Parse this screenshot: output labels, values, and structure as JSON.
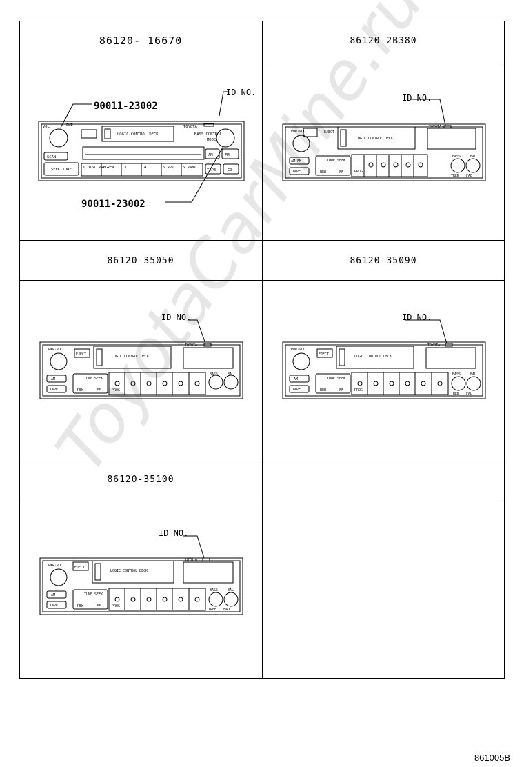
{
  "watermark": "ToyotaCarMine.ru",
  "footer_code": "861005B",
  "cells": [
    {
      "part_number": "86120- 16670"
    },
    {
      "part_number": "86120-2B380"
    },
    {
      "part_number": "86120-35050"
    },
    {
      "part_number": "86120-35090"
    },
    {
      "part_number": "86120-35100"
    }
  ],
  "callouts": {
    "knob_part_top": "90011-23002",
    "knob_part_bottom": "90011-23002",
    "id_no": "ID NO."
  },
  "radio_16670": {
    "vol": "VOL",
    "pwr": "PWR",
    "scan": "SCAN",
    "seek_tune": "SEEK TUNE",
    "deck": "LOGIC CONTROL DECK",
    "brand": "TOYOTA",
    "fm": "FM",
    "am": "AM",
    "tape": "TAPE",
    "cd": "CD",
    "presets": [
      "1 DISC PROG",
      "2 REW",
      "3",
      "4",
      "5 RPT",
      "6 RAND"
    ],
    "vc": "BASS CONTROL",
    "mode": "MODE"
  },
  "radio_common": {
    "pwr_vol": "PWR·VOL",
    "eject": "EJECT",
    "am_fm": "AM·FM",
    "am": "AM",
    "tape": "TAPE",
    "tune_seek": "TUNE SEEK",
    "rew": "REW",
    "ff": "FF",
    "deck": "LOGIC CONTROL DECK",
    "brand": "TOYOTA",
    "prog": "PROG",
    "bass": "BASS",
    "bal": "BAL",
    "treb": "TREB",
    "fad": "FAD"
  }
}
